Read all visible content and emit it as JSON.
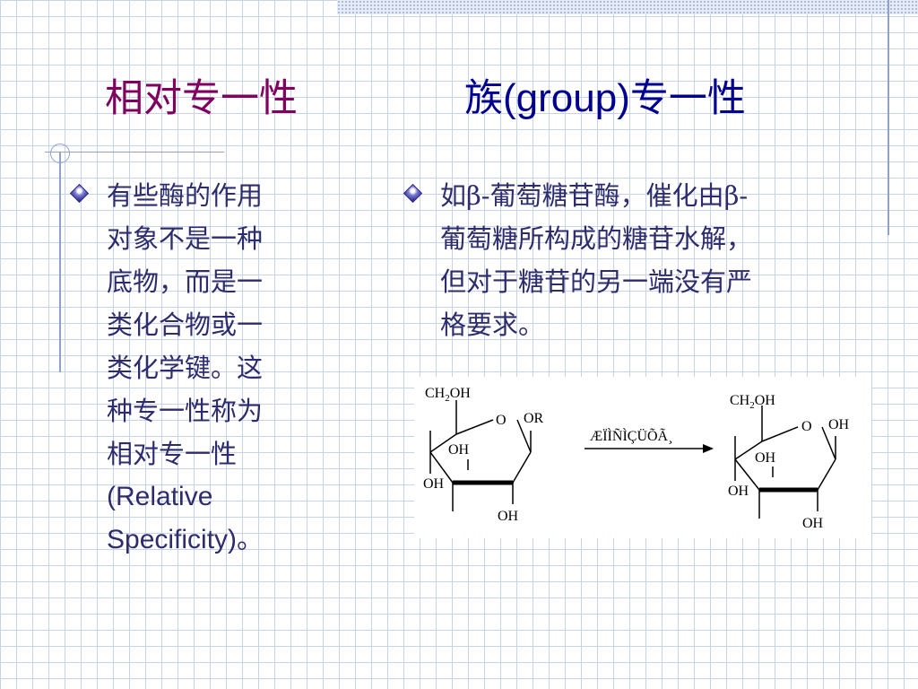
{
  "slide": {
    "title_left": "相对专一性",
    "title_right": {
      "prefix": "族",
      "latin": "(group)",
      "suffix": "专一性"
    },
    "left_bullet": {
      "lines": [
        "有些酶的作用",
        "对象不是一种",
        "底物，而是一",
        "类化合物或一",
        "类化学键。这",
        "种专一性称为",
        "相对专一性"
      ],
      "latin_lines": [
        "(Relative",
        "Specificity)。"
      ]
    },
    "right_bullet": {
      "lines": [
        "如β-葡萄糖苷酶，催化由β-",
        "葡萄糖所构成的糖苷水解，",
        "但对于糖苷的另一端没有严",
        "格要求。"
      ]
    }
  },
  "reaction": {
    "reactant": {
      "ch2oh": "CH",
      "ch2oh_sub": "2",
      "ch2oh_tail": "OH",
      "ring_o": "O",
      "anomeric": "OR",
      "oh_inner": "OH",
      "oh_left": "OH",
      "oh_bottom": "OH"
    },
    "arrow_label": "ÆÏÌÑÌÇÜÕÃ¸",
    "product": {
      "ch2oh": "CH",
      "ch2oh_sub": "2",
      "ch2oh_tail": "OH",
      "ring_o": "O",
      "anomeric": "OH",
      "oh_inner": "OH",
      "oh_left": "OH",
      "oh_bottom": "OH"
    }
  }
}
